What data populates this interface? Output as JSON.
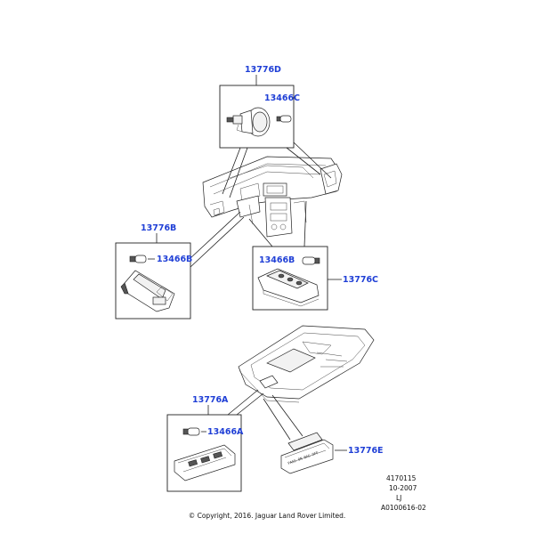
{
  "callouts": {
    "assembly_d": "13776D",
    "bulb_d": "13466C",
    "assembly_b": "13776B",
    "bulb_b": "13466B",
    "assembly_c": "13776C",
    "bulb_c": "13466B",
    "assembly_a": "13776A",
    "bulb_a": "13466A",
    "assembly_e": "13776E"
  },
  "meta": {
    "number": "4170115",
    "date": "10-2007",
    "code": "LJ",
    "ref": "A0100616-02",
    "copyright": "© Copyright, 2016. Jaguar Land Rover Limited."
  },
  "colors": {
    "callout": "#1f3fd6",
    "line": "#222222"
  }
}
